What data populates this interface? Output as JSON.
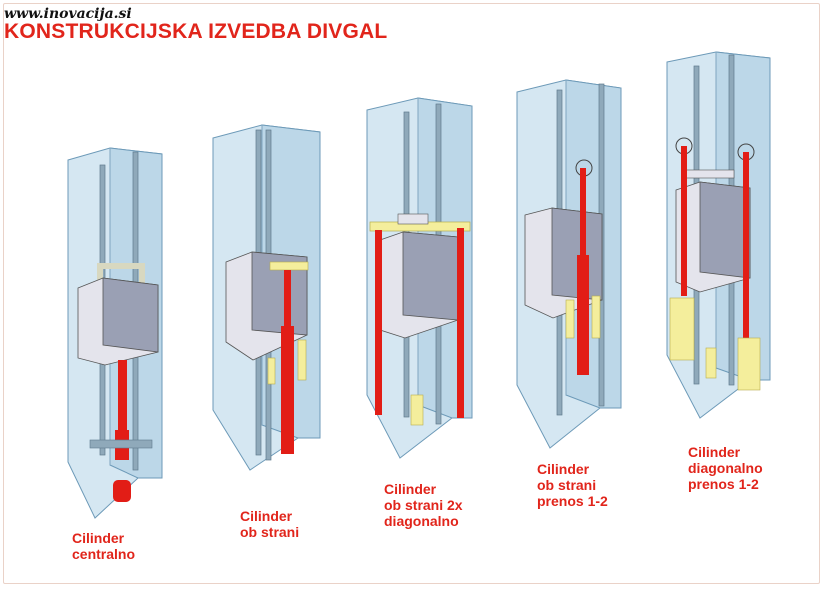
{
  "watermark": "www.inovacija.si",
  "title": "KONSTRUKCIJSKA IZVEDBA DIVGAL",
  "colors": {
    "title": "#e1251b",
    "shaft_fill": "#c9e0ee",
    "shaft_edge": "#5f8fb0",
    "rail": "#8aa6b8",
    "cylinder": "#e21d16",
    "car": "#dcdde8",
    "counterweight": "#f4ee9c"
  },
  "variants": [
    {
      "id": "centralno",
      "label_lines": [
        "Cilinder",
        "centralno"
      ]
    },
    {
      "id": "ob-strani",
      "label_lines": [
        "Cilinder",
        "ob strani"
      ]
    },
    {
      "id": "ob-strani-2x-diagonalno",
      "label_lines": [
        "Cilinder",
        "ob strani 2x",
        "diagonalno"
      ]
    },
    {
      "id": "ob-strani-prenos",
      "label_lines": [
        "Cilinder",
        "ob strani",
        "prenos 1-2"
      ]
    },
    {
      "id": "diagonalno-prenos",
      "label_lines": [
        "Cilinder",
        "diagonalno",
        "prenos 1-2"
      ]
    }
  ]
}
